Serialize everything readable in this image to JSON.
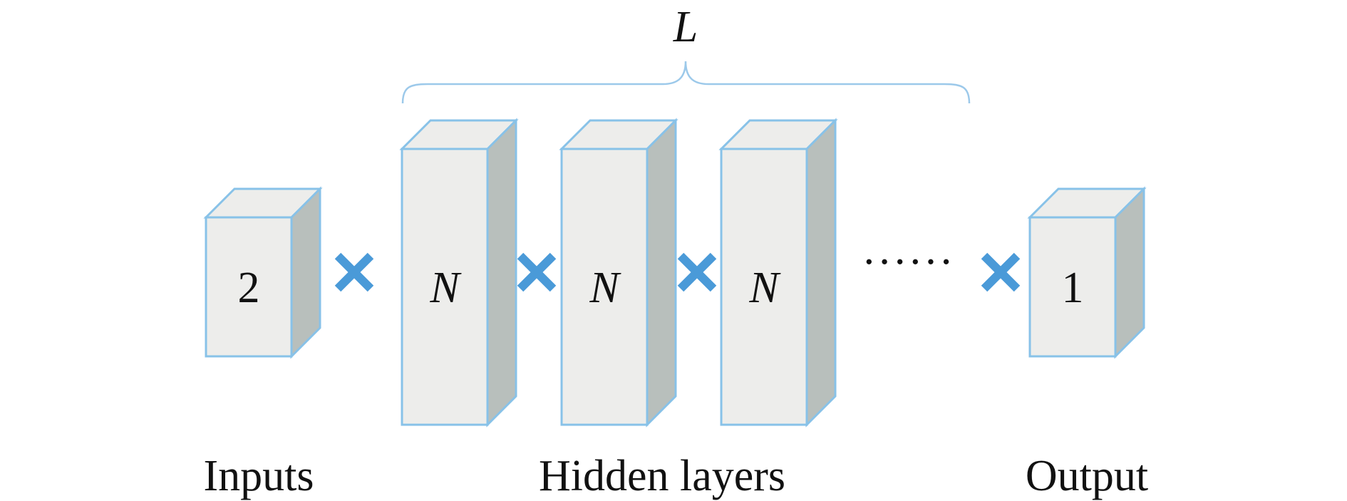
{
  "colors": {
    "box_front": "#ededeb",
    "box_side": "#b8bfbc",
    "box_edge": "#88c2e8",
    "connector": "#4a9ad8",
    "brace": "#9cc9ea",
    "text": "#111111"
  },
  "span_label": "L",
  "layers": {
    "input_size": "2",
    "hidden_sizes": [
      "N",
      "N",
      "N"
    ],
    "ellipsis": "······",
    "output_size": "1"
  },
  "connector_icon": "multiply-icon",
  "captions": {
    "inputs": "Inputs",
    "hidden": "Hidden layers",
    "output": "Output"
  }
}
